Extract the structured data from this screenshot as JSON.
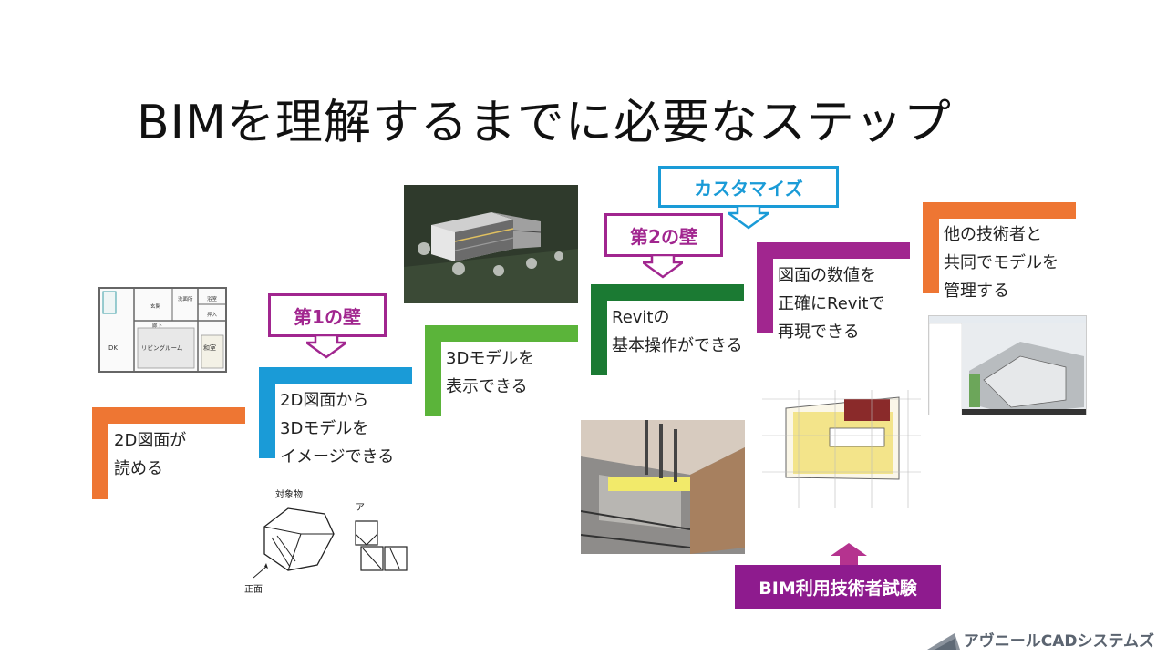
{
  "title": "BIMを理解するまでに必要なステップ",
  "steps": [
    {
      "lines": [
        "2D図面が",
        "読める"
      ],
      "color": "#ee7633"
    },
    {
      "lines": [
        "2D図面から",
        "3Dモデルを",
        "イメージできる"
      ],
      "color": "#1a9bd7"
    },
    {
      "lines": [
        "3Dモデルを",
        "表示できる"
      ],
      "color": "#5bb43a"
    },
    {
      "lines": [
        "Revitの",
        "基本操作ができる"
      ],
      "color": "#1b7a33"
    },
    {
      "lines": [
        "図面の数値を",
        "正確にRevitで",
        "再現できる"
      ],
      "color": "#a1268f"
    },
    {
      "lines": [
        "他の技術者と",
        "共同でモデルを",
        "管理する"
      ],
      "color": "#ee7633"
    }
  ],
  "callouts": {
    "wall1": "第1の壁",
    "wall2": "第2の壁",
    "customize": "カスタマイズ"
  },
  "exam_label": "BIM利用技術者試験",
  "floorplan": {
    "labels": [
      "DK",
      "リビングルーム",
      "和室",
      "洗面所",
      "浴室",
      "押入",
      "廊下",
      "玄関"
    ]
  },
  "isometric": {
    "object_label": "対象物",
    "front_label": "正面",
    "answer_label": "ア"
  },
  "logo_text": "アヴニールCADシステムズ",
  "colors": {
    "orange": "#ee7633",
    "blue": "#1a9bd7",
    "light_green": "#5bb43a",
    "dark_green": "#1b7a33",
    "purple": "#a1268f",
    "exam_purple": "#8e1b8e"
  }
}
